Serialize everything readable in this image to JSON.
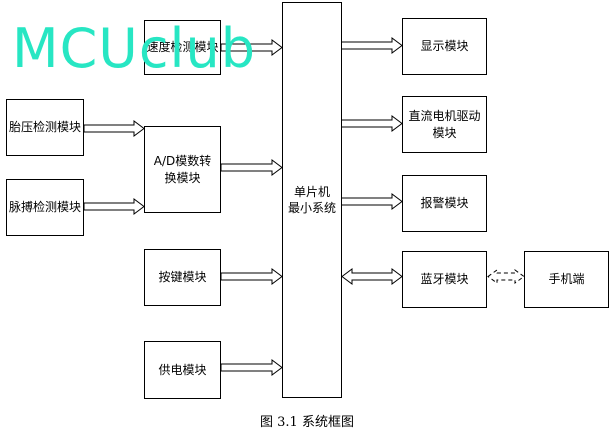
{
  "watermark": "MCUclub",
  "blocks": {
    "speed": "速度检测模块",
    "tire_pressure": "胎压检测模块",
    "pulse": "脉搏检测模块",
    "adc": "A/D模数转换模块",
    "keys": "按键模块",
    "power": "供电模块",
    "mcu_line1": "单片机",
    "mcu_line2": "最小系统",
    "display": "显示模块",
    "dc_motor": "直流电机驱动模块",
    "alarm": "报警模块",
    "bluetooth": "蓝牙模块",
    "phone": "手机端"
  },
  "caption": "图 3.1  系统框图"
}
